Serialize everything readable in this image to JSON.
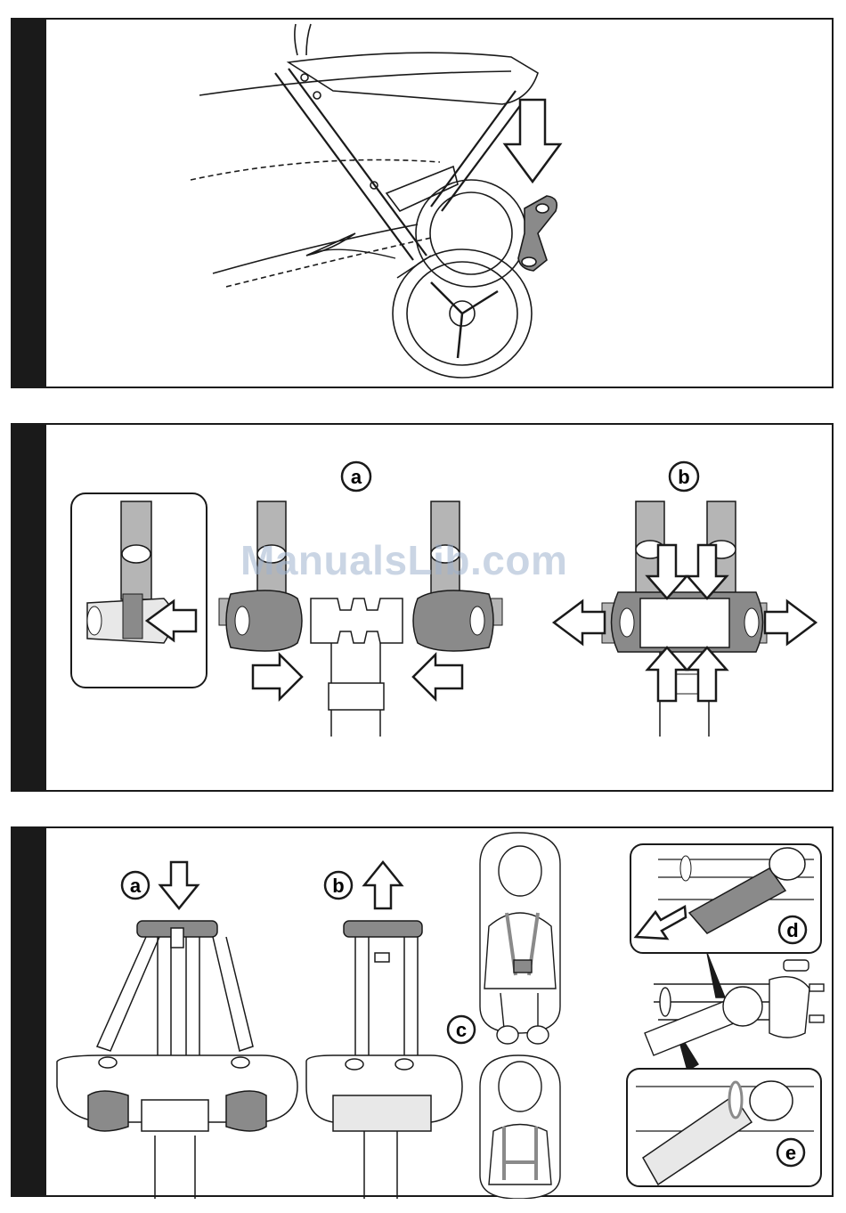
{
  "watermark": "ManualsLib.com",
  "panel2": {
    "label_a": "a",
    "label_b": "b"
  },
  "panel3": {
    "label_a": "a",
    "label_b": "b",
    "label_c": "c",
    "label_d": "d",
    "label_e": "e"
  },
  "colors": {
    "ink": "#1a1a1a",
    "strap": "#b5b5b5",
    "dark_strap": "#8a8a8a",
    "light": "#e8e8e8"
  }
}
